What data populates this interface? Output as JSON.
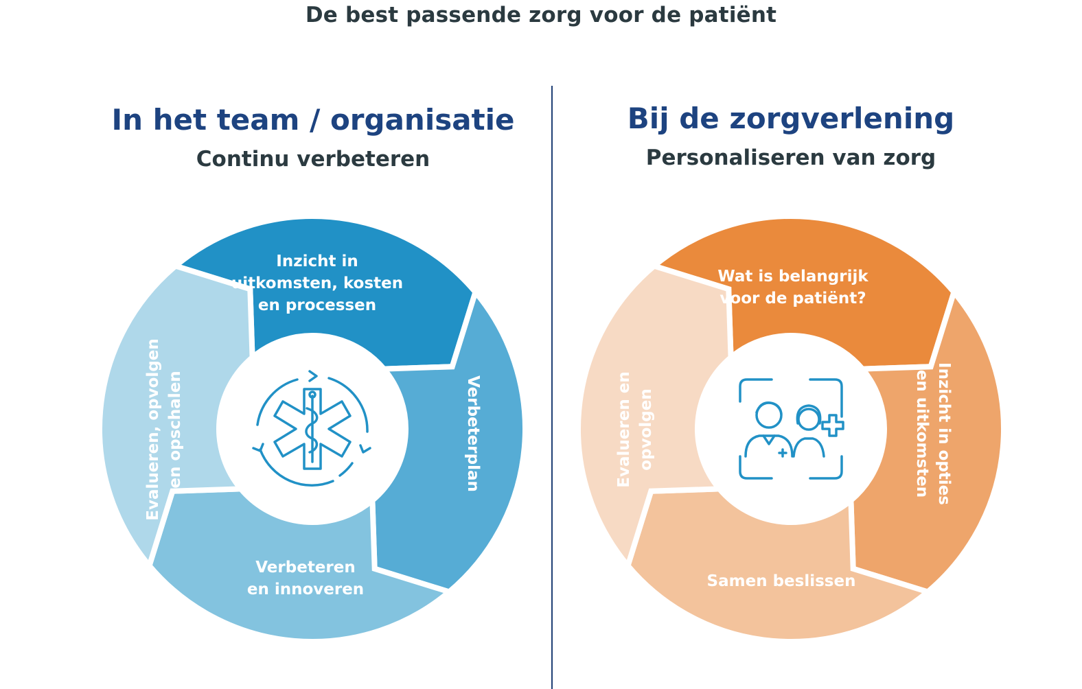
{
  "title": "De best passende zorg voor de patiënt",
  "left": {
    "heading": "In het team / organisatie",
    "subheading": "Continu verbeteren",
    "center_icon": "medical-star-of-life-cycle-icon",
    "colors": [
      "#2191c6",
      "#56acd5",
      "#83c3df",
      "#afd8ea"
    ],
    "segments": [
      {
        "lines": [
          "Inzicht in",
          "uitkomsten, kosten",
          "en processen"
        ]
      },
      {
        "lines": [
          "Verbeterplan"
        ]
      },
      {
        "lines": [
          "Verbeteren",
          "en innoveren"
        ]
      },
      {
        "lines": [
          "Evalueren, opvolgen",
          "en opschalen"
        ]
      }
    ]
  },
  "right": {
    "heading": "Bij de zorgverlening",
    "subheading": "Personaliseren van zorg",
    "center_icon": "doctor-patient-plus-icon",
    "colors": [
      "#ea8a3c",
      "#eea56b",
      "#f3c39c",
      "#f7dac4"
    ],
    "segments": [
      {
        "lines": [
          "Wat is belangrijk",
          "voor de patiënt?"
        ]
      },
      {
        "lines": [
          "Inzicht in opties",
          "en uitkomsten"
        ]
      },
      {
        "lines": [
          "Samen beslissen"
        ]
      },
      {
        "lines": [
          "Evalueren en",
          "opvolgen"
        ]
      }
    ]
  }
}
